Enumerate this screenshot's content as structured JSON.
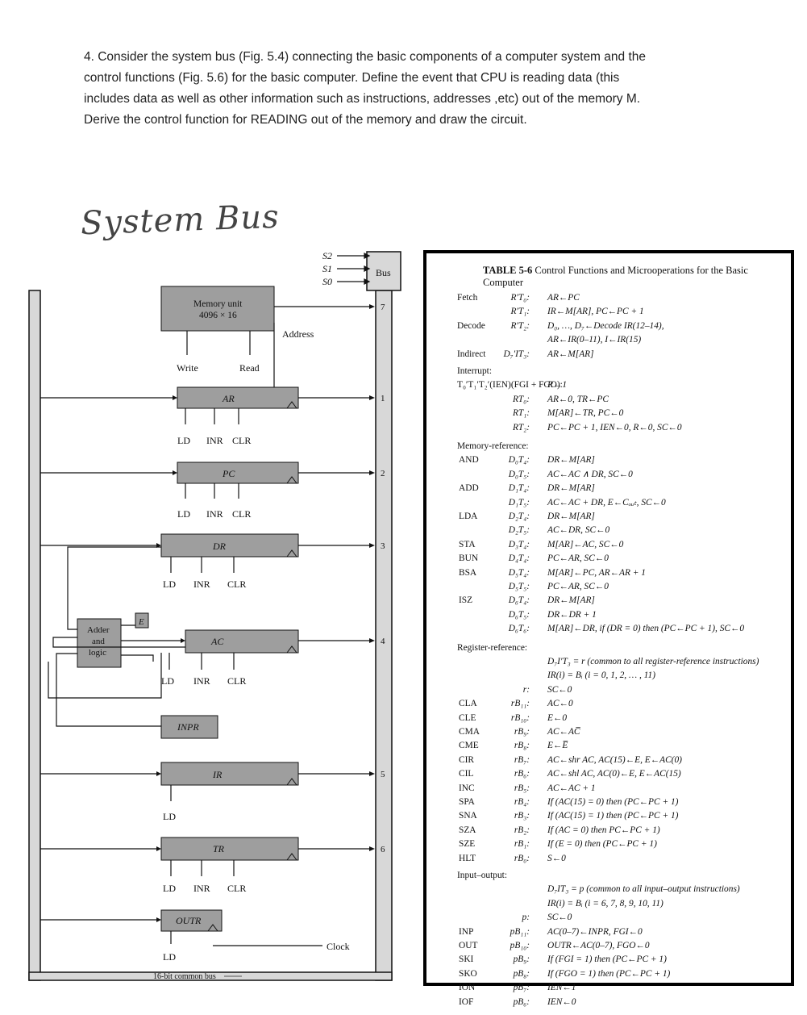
{
  "question": {
    "line1": "4.  Consider the system bus (Fig. 5.4) connecting the basic components of a computer system and the",
    "line2": "control functions (Fig. 5.6) for the basic computer. Define the event that CPU is reading data (this",
    "line3": "includes data as well as other information such as instructions, addresses ,etc) out of the memory M.",
    "line4": "Derive the control function for READING out of the memory and draw the circuit."
  },
  "handwritten_title": "System Bus",
  "diagram": {
    "selects": [
      "S2",
      "S1",
      "S0"
    ],
    "bus_label": "Bus",
    "memory_unit": "Memory unit",
    "memory_size": "4096 × 16",
    "address": "Address",
    "write": "Write",
    "read": "Read",
    "registers": {
      "ar": "AR",
      "pc": "PC",
      "dr": "DR",
      "ac": "AC",
      "inpr": "INPR",
      "ir": "IR",
      "tr": "TR",
      "outr": "OUTR",
      "e": "E"
    },
    "adder": [
      "Adder",
      "and",
      "logic"
    ],
    "ld": "LD",
    "inr": "INR",
    "clr": "CLR",
    "bus_numbers": [
      "7",
      "1",
      "2",
      "3",
      "4",
      "5",
      "6"
    ],
    "clock": "Clock",
    "common_bus": "16-bit common bus"
  },
  "table": {
    "title_bold": "TABLE 5-6",
    "title_rest": "Control Functions and Microoperations for the Basic Computer",
    "rows": [
      {
        "sec": "Fetch",
        "cond": "R′T₀:",
        "micro": "AR←PC"
      },
      {
        "cond": "R′T₁:",
        "micro": "IR←M[AR],  PC←PC + 1"
      },
      {
        "sec": "Decode",
        "cond": "R′T₂:",
        "micro": "D₀, …, D₇←Decode IR(12–14),"
      },
      {
        "micro": "AR←IR(0–11),  I←IR(15)"
      },
      {
        "sec": "Indirect",
        "cond": "D₇′IT₃:",
        "micro": "AR←M[AR]"
      },
      {
        "sec": "Interrupt:"
      },
      {
        "sec": "   T₀′T₁′T₂′(IEN)(FGI + FGO):",
        "micro": "R←1"
      },
      {
        "cond": "RT₀:",
        "micro": "AR←0,  TR←PC"
      },
      {
        "cond": "RT₁:",
        "micro": "M[AR]←TR,  PC←0"
      },
      {
        "cond": "RT₂:",
        "micro": "PC←PC + 1,  IEN←0,  R←0,  SC←0"
      },
      {
        "sec": "Memory-reference:"
      },
      {
        "sym": "AND",
        "cond": "D₀T₄:",
        "micro": "DR←M[AR]"
      },
      {
        "cond": "D₀T₅:",
        "micro": "AC←AC ∧ DR,  SC←0"
      },
      {
        "sym": "ADD",
        "cond": "D₁T₄:",
        "micro": "DR←M[AR]"
      },
      {
        "cond": "D₁T₅:",
        "micro": "AC←AC + DR,  E←Cₒᵤₜ,  SC←0"
      },
      {
        "sym": "LDA",
        "cond": "D₂T₄:",
        "micro": "DR←M[AR]"
      },
      {
        "cond": "D₂T₅:",
        "micro": "AC←DR,  SC←0"
      },
      {
        "sym": "STA",
        "cond": "D₃T₄:",
        "micro": "M[AR]←AC,  SC←0"
      },
      {
        "sym": "BUN",
        "cond": "D₄T₄:",
        "micro": "PC←AR,  SC←0"
      },
      {
        "sym": "BSA",
        "cond": "D₅T₄:",
        "micro": "M[AR]←PC,  AR←AR + 1"
      },
      {
        "cond": "D₅T₅:",
        "micro": "PC←AR,  SC←0"
      },
      {
        "sym": "ISZ",
        "cond": "D₆T₄:",
        "micro": "DR←M[AR]"
      },
      {
        "cond": "D₆T₅:",
        "micro": "DR←DR + 1"
      },
      {
        "cond": "D₆T₆:",
        "micro": "M[AR]←DR,  if (DR = 0) then (PC←PC + 1),  SC←0"
      },
      {
        "sec": "Register-reference:"
      },
      {
        "cond": "",
        "micro": "D₇I′T₃ = r (common to all register-reference instructions)"
      },
      {
        "micro": "IR(i) = Bᵢ (i = 0, 1, 2, … , 11)"
      },
      {
        "cond": "r:",
        "micro": "SC←0"
      },
      {
        "sym": "CLA",
        "cond": "rB₁₁:",
        "micro": "AC←0"
      },
      {
        "sym": "CLE",
        "cond": "rB₁₀:",
        "micro": "E←0"
      },
      {
        "sym": "CMA",
        "cond": "rB₉:",
        "micro": "AC←AC̅"
      },
      {
        "sym": "CME",
        "cond": "rB₈:",
        "micro": "E←E̅"
      },
      {
        "sym": "CIR",
        "cond": "rB₇:",
        "micro": "AC←shr AC,  AC(15)←E,  E←AC(0)"
      },
      {
        "sym": "CIL",
        "cond": "rB₆:",
        "micro": "AC←shl AC,  AC(0)←E,  E←AC(15)"
      },
      {
        "sym": "INC",
        "cond": "rB₅:",
        "micro": "AC←AC + 1"
      },
      {
        "sym": "SPA",
        "cond": "rB₄:",
        "micro": "If (AC(15) = 0) then (PC←PC + 1)"
      },
      {
        "sym": "SNA",
        "cond": "rB₃:",
        "micro": "If (AC(15) = 1) then (PC←PC + 1)"
      },
      {
        "sym": "SZA",
        "cond": "rB₂:",
        "micro": "If (AC = 0) then PC←PC + 1)"
      },
      {
        "sym": "SZE",
        "cond": "rB₁:",
        "micro": "If (E = 0) then (PC←PC + 1)"
      },
      {
        "sym": "HLT",
        "cond": "rB₀:",
        "micro": "S←0"
      },
      {
        "sec": "Input–output:"
      },
      {
        "cond": "",
        "micro": "D₇IT₃ = p (common to all input–output instructions)"
      },
      {
        "micro": "IR(i) = Bᵢ (i = 6, 7, 8, 9, 10, 11)"
      },
      {
        "cond": "p:",
        "micro": "SC←0"
      },
      {
        "sym": "INP",
        "cond": "pB₁₁:",
        "micro": "AC(0–7)←INPR,  FGI←0"
      },
      {
        "sym": "OUT",
        "cond": "pB₁₀:",
        "micro": "OUTR←AC(0–7),  FGO←0"
      },
      {
        "sym": "SKI",
        "cond": "pB₉:",
        "micro": "If (FGI = 1) then (PC←PC + 1)"
      },
      {
        "sym": "SKO",
        "cond": "pB₈:",
        "micro": "If (FGO = 1) then (PC←PC + 1)"
      },
      {
        "sym": "ION",
        "cond": "pB₇:",
        "micro": "IEN←1"
      },
      {
        "sym": "IOF",
        "cond": "pB₆:",
        "micro": "IEN←0"
      }
    ]
  }
}
